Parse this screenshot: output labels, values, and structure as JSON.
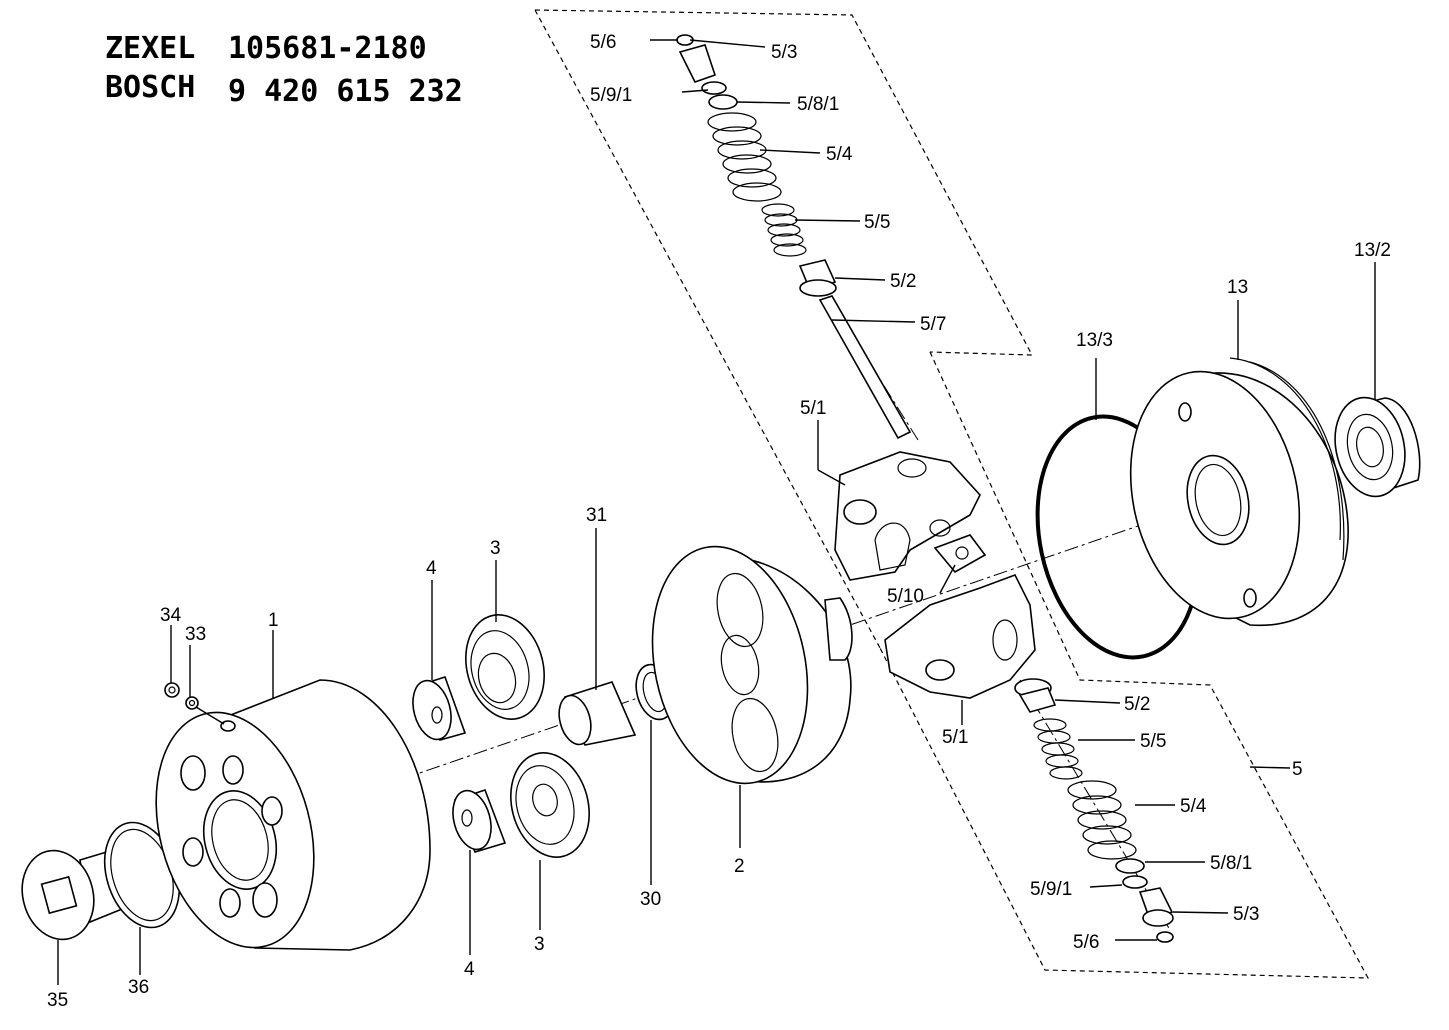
{
  "header": {
    "brand1": "ZEXEL",
    "part1": "105681-2180",
    "brand2": "BOSCH",
    "part2": "9 420 615 232"
  },
  "callouts": {
    "c1": "1",
    "c2": "2",
    "c3a": "3",
    "c3b": "3",
    "c4a": "4",
    "c4b": "4",
    "c5": "5",
    "c5_1a": "5/1",
    "c5_1b": "5/1",
    "c5_2a": "5/2",
    "c5_2b": "5/2",
    "c5_3a": "5/3",
    "c5_3b": "5/3",
    "c5_4a": "5/4",
    "c5_4b": "5/4",
    "c5_5a": "5/5",
    "c5_5b": "5/5",
    "c5_6a": "5/6",
    "c5_6b": "5/6",
    "c5_7": "5/7",
    "c5_8_1a": "5/8/1",
    "c5_8_1b": "5/8/1",
    "c5_9_1a": "5/9/1",
    "c5_9_1b": "5/9/1",
    "c5_10": "5/10",
    "c13": "13",
    "c13_2": "13/2",
    "c13_3": "13/3",
    "c30": "30",
    "c31": "31",
    "c33": "33",
    "c34": "34",
    "c35": "35",
    "c36": "36"
  }
}
